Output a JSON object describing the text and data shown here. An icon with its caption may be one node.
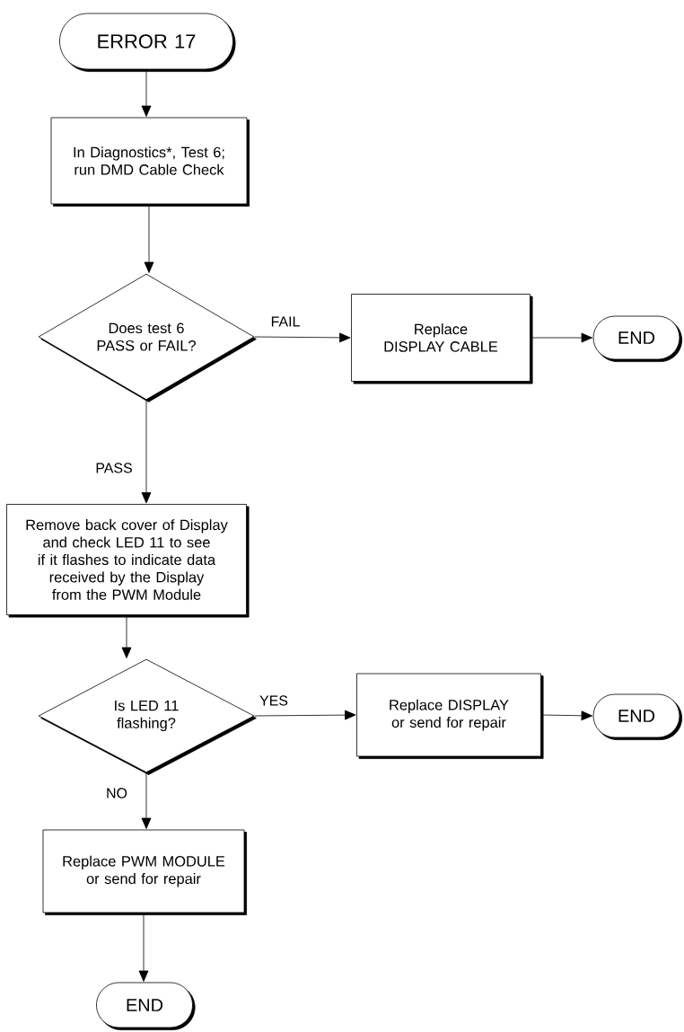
{
  "diagram": {
    "nodes": [
      {
        "text": [
          "ERROR 17"
        ]
      },
      {
        "text": [
          "In Diagnostics*, Test 6; run DMD Cable Check"
        ]
      },
      {
        "text": [
          "Does test 6 PASS or FAIL?"
        ]
      },
      {
        "text": [
          "Replace DISPLAY CABLE"
        ]
      },
      {
        "text": [
          "END"
        ]
      },
      {
        "text": [
          "Remove back cover of Display and check LED 11 to see if it flashes to indicate data received by the Display from the PWM Module"
        ]
      },
      {
        "text": [
          "Is LED 11 flashing?"
        ]
      },
      {
        "text": [
          "Replace DISPLAY or send for repair"
        ]
      },
      {
        "text": [
          "END"
        ]
      },
      {
        "text": [
          "Replace PWM MODULE or send for repair"
        ]
      },
      {
        "text": [
          "END"
        ]
      }
    ],
    "edges": [
      {
        "from": 0,
        "to": 1,
        "arrow": "to"
      },
      {
        "from": 1,
        "to": 2,
        "arrow": "to"
      },
      {
        "from": 2,
        "to": 3,
        "arrow": "to",
        "label": "FAIL"
      },
      {
        "from": 3,
        "to": 4,
        "arrow": "to"
      },
      {
        "from": 2,
        "to": 5,
        "arrow": "to",
        "label": "PASS"
      },
      {
        "from": 5,
        "to": 6,
        "arrow": "to"
      },
      {
        "from": 6,
        "to": 7,
        "arrow": "to",
        "label": "YES"
      },
      {
        "from": 7,
        "to": 8,
        "arrow": "to"
      },
      {
        "from": 6,
        "to": 9,
        "arrow": "to",
        "label": "NO"
      },
      {
        "from": 9,
        "to": 10,
        "arrow": "to"
      }
    ]
  }
}
